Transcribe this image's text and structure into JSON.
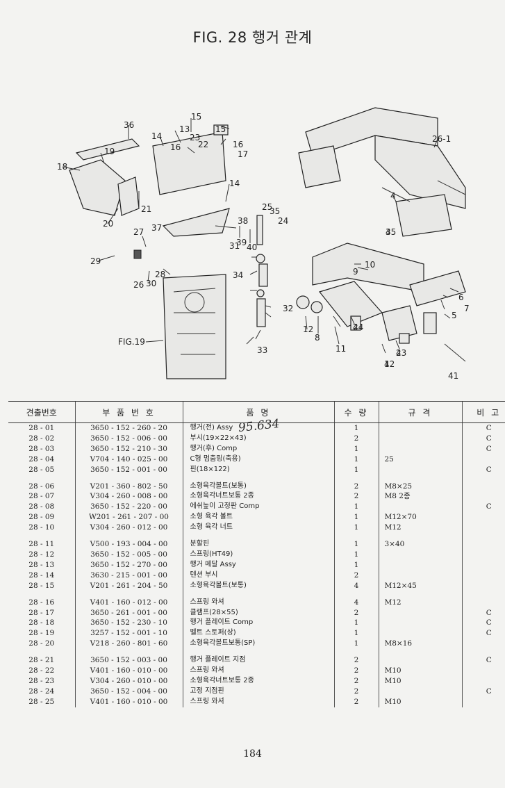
{
  "page": {
    "title": "FIG. 28 행거 관계",
    "page_number": "184",
    "handwritten_note": "95.634"
  },
  "diagram": {
    "callouts": [
      "1",
      "2",
      "2",
      "3",
      "4",
      "5",
      "6",
      "7",
      "8",
      "9",
      "10",
      "11",
      "12",
      "13",
      "14",
      "14",
      "15",
      "15",
      "16",
      "16",
      "17",
      "18",
      "19",
      "20",
      "21",
      "22",
      "23",
      "24",
      "25",
      "26",
      "26-1",
      "27",
      "28",
      "29",
      "30",
      "31",
      "32",
      "33",
      "34",
      "35",
      "36",
      "37",
      "38",
      "39",
      "40",
      "41",
      "42",
      "43",
      "44",
      "45"
    ],
    "fig_ref": "FIG.19"
  },
  "table": {
    "headers": [
      "견출번호",
      "부 품 번 호",
      "품 명",
      "수 량",
      "규 격",
      "비 고"
    ],
    "groups": [
      [
        {
          "no": "28 - 01",
          "pn": "3650 - 152 - 260 - 20",
          "name": "행거(전) Assy",
          "qty": "1",
          "spec": "",
          "rem": "C"
        },
        {
          "no": "28 - 02",
          "pn": "3650 - 152 - 006 - 00",
          "name": "부시(19×22×43)",
          "qty": "2",
          "spec": "",
          "rem": "C"
        },
        {
          "no": "28 - 03",
          "pn": "3650 - 152 - 210 - 30",
          "name": "행거(후) Comp",
          "qty": "1",
          "spec": "",
          "rem": "C"
        },
        {
          "no": "28 - 04",
          "pn": "V704 - 140 - 025 - 00",
          "name": "C형 멈춤링(축용)",
          "qty": "1",
          "spec": "25",
          "rem": ""
        },
        {
          "no": "28 - 05",
          "pn": "3650 - 152 - 001 - 00",
          "name": "핀(18×122)",
          "qty": "1",
          "spec": "",
          "rem": "C"
        }
      ],
      [
        {
          "no": "28 - 06",
          "pn": "V201 - 360 - 802 - 50",
          "name": "소형육각볼트(보통)",
          "qty": "2",
          "spec": "M8×25",
          "rem": ""
        },
        {
          "no": "28 - 07",
          "pn": "V304 - 260 - 008 - 00",
          "name": "소형육각너트보통 2종",
          "qty": "2",
          "spec": "M8 2종",
          "rem": ""
        },
        {
          "no": "28 - 08",
          "pn": "3650 - 152 - 220 - 00",
          "name": "에쉬높이 고정판 Comp",
          "qty": "1",
          "spec": "",
          "rem": "C"
        },
        {
          "no": "28 - 09",
          "pn": "W201 - 261 - 207 - 00",
          "name": "소형 육각 볼트",
          "qty": "1",
          "spec": "M12×70",
          "rem": ""
        },
        {
          "no": "28 - 10",
          "pn": "V304 - 260 - 012 - 00",
          "name": "소형 육각 너트",
          "qty": "1",
          "spec": "M12",
          "rem": ""
        }
      ],
      [
        {
          "no": "28 - 11",
          "pn": "V500 - 193 - 004 - 00",
          "name": "분할핀",
          "qty": "1",
          "spec": "3×40",
          "rem": ""
        },
        {
          "no": "28 - 12",
          "pn": "3650 - 152 - 005 - 00",
          "name": "스프링(HT49)",
          "qty": "1",
          "spec": "",
          "rem": ""
        },
        {
          "no": "28 - 13",
          "pn": "3650 - 152 - 270 - 00",
          "name": "행거 메달 Assy",
          "qty": "1",
          "spec": "",
          "rem": ""
        },
        {
          "no": "28 - 14",
          "pn": "3630 - 215 - 001 - 00",
          "name": "텐션 부시",
          "qty": "2",
          "spec": "",
          "rem": ""
        },
        {
          "no": "28 - 15",
          "pn": "V201 - 261 - 204 - 50",
          "name": "소형육각볼트(보통)",
          "qty": "4",
          "spec": "M12×45",
          "rem": ""
        }
      ],
      [
        {
          "no": "28 - 16",
          "pn": "V401 - 160 - 012 - 00",
          "name": "스프링 와셔",
          "qty": "4",
          "spec": "M12",
          "rem": ""
        },
        {
          "no": "28 - 17",
          "pn": "3650 - 261 - 001 - 00",
          "name": "클램프(28×55)",
          "qty": "2",
          "spec": "",
          "rem": "C"
        },
        {
          "no": "28 - 18",
          "pn": "3650 - 152 - 230 - 10",
          "name": "행거 플레이트 Comp",
          "qty": "1",
          "spec": "",
          "rem": "C"
        },
        {
          "no": "28 - 19",
          "pn": "3257 - 152 - 001 - 10",
          "name": "벨트 스토퍼(상)",
          "qty": "1",
          "spec": "",
          "rem": "C"
        },
        {
          "no": "28 - 20",
          "pn": "V218 - 260 - 801 - 60",
          "name": "소형육각볼트보통(SP)",
          "qty": "1",
          "spec": "M8×16",
          "rem": ""
        }
      ],
      [
        {
          "no": "28 - 21",
          "pn": "3650 - 152 - 003 - 00",
          "name": "행거 플레이트 지점",
          "qty": "2",
          "spec": "",
          "rem": "C"
        },
        {
          "no": "28 - 22",
          "pn": "V401 - 160 - 010 - 00",
          "name": "스프링 와셔",
          "qty": "2",
          "spec": "M10",
          "rem": ""
        },
        {
          "no": "28 - 23",
          "pn": "V304 - 260 - 010 - 00",
          "name": "소형육각너트보통 2종",
          "qty": "2",
          "spec": "M10",
          "rem": ""
        },
        {
          "no": "28 - 24",
          "pn": "3650 - 152 - 004 - 00",
          "name": "고정 지점핀",
          "qty": "2",
          "spec": "",
          "rem": "C"
        },
        {
          "no": "28 - 25",
          "pn": "V401 - 160 - 010 - 00",
          "name": "스프링 와셔",
          "qty": "2",
          "spec": "M10",
          "rem": ""
        }
      ]
    ]
  }
}
